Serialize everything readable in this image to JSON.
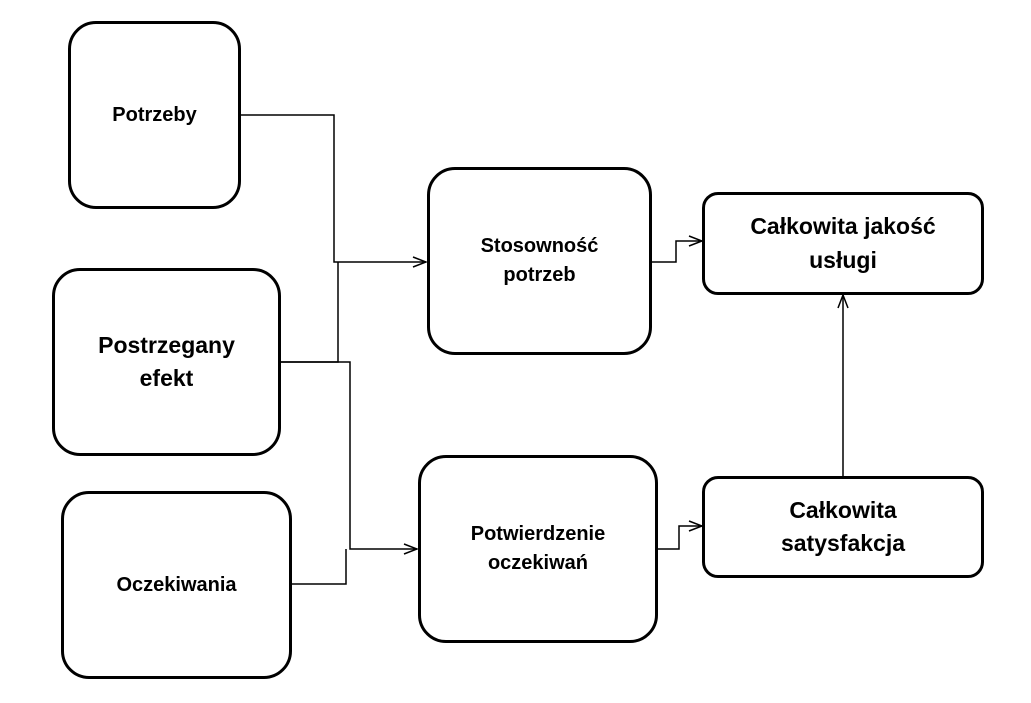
{
  "diagram": {
    "nodes": {
      "potrzeby": {
        "label": "Potrzeby"
      },
      "postrzegany_efekt": {
        "label": "Postrzegany efekt"
      },
      "oczekiwania": {
        "label": "Oczekiwania"
      },
      "stosownosc_potrzeb": {
        "label": "Stosowność potrzeb"
      },
      "potwierdzenie_oczekiwan": {
        "label": "Potwierdzenie oczekiwań"
      },
      "calkowita_jakosc_uslugi": {
        "label": "Całkowita jakość usługi"
      },
      "calkowita_satysfakcja": {
        "label": "Całkowita satysfakcja"
      }
    },
    "edges": [
      {
        "from": "potrzeby",
        "to": "stosownosc_potrzeb"
      },
      {
        "from": "postrzegany_efekt",
        "to": "stosownosc_potrzeb"
      },
      {
        "from": "postrzegany_efekt",
        "to": "potwierdzenie_oczekiwan"
      },
      {
        "from": "oczekiwania",
        "to": "potwierdzenie_oczekiwan"
      },
      {
        "from": "stosownosc_potrzeb",
        "to": "calkowita_jakosc_uslugi"
      },
      {
        "from": "potwierdzenie_oczekiwan",
        "to": "calkowita_satysfakcja"
      },
      {
        "from": "calkowita_satysfakcja",
        "to": "calkowita_jakosc_uslugi"
      }
    ],
    "colors": {
      "stroke": "#000000",
      "background": "#ffffff",
      "text": "#000000"
    }
  }
}
